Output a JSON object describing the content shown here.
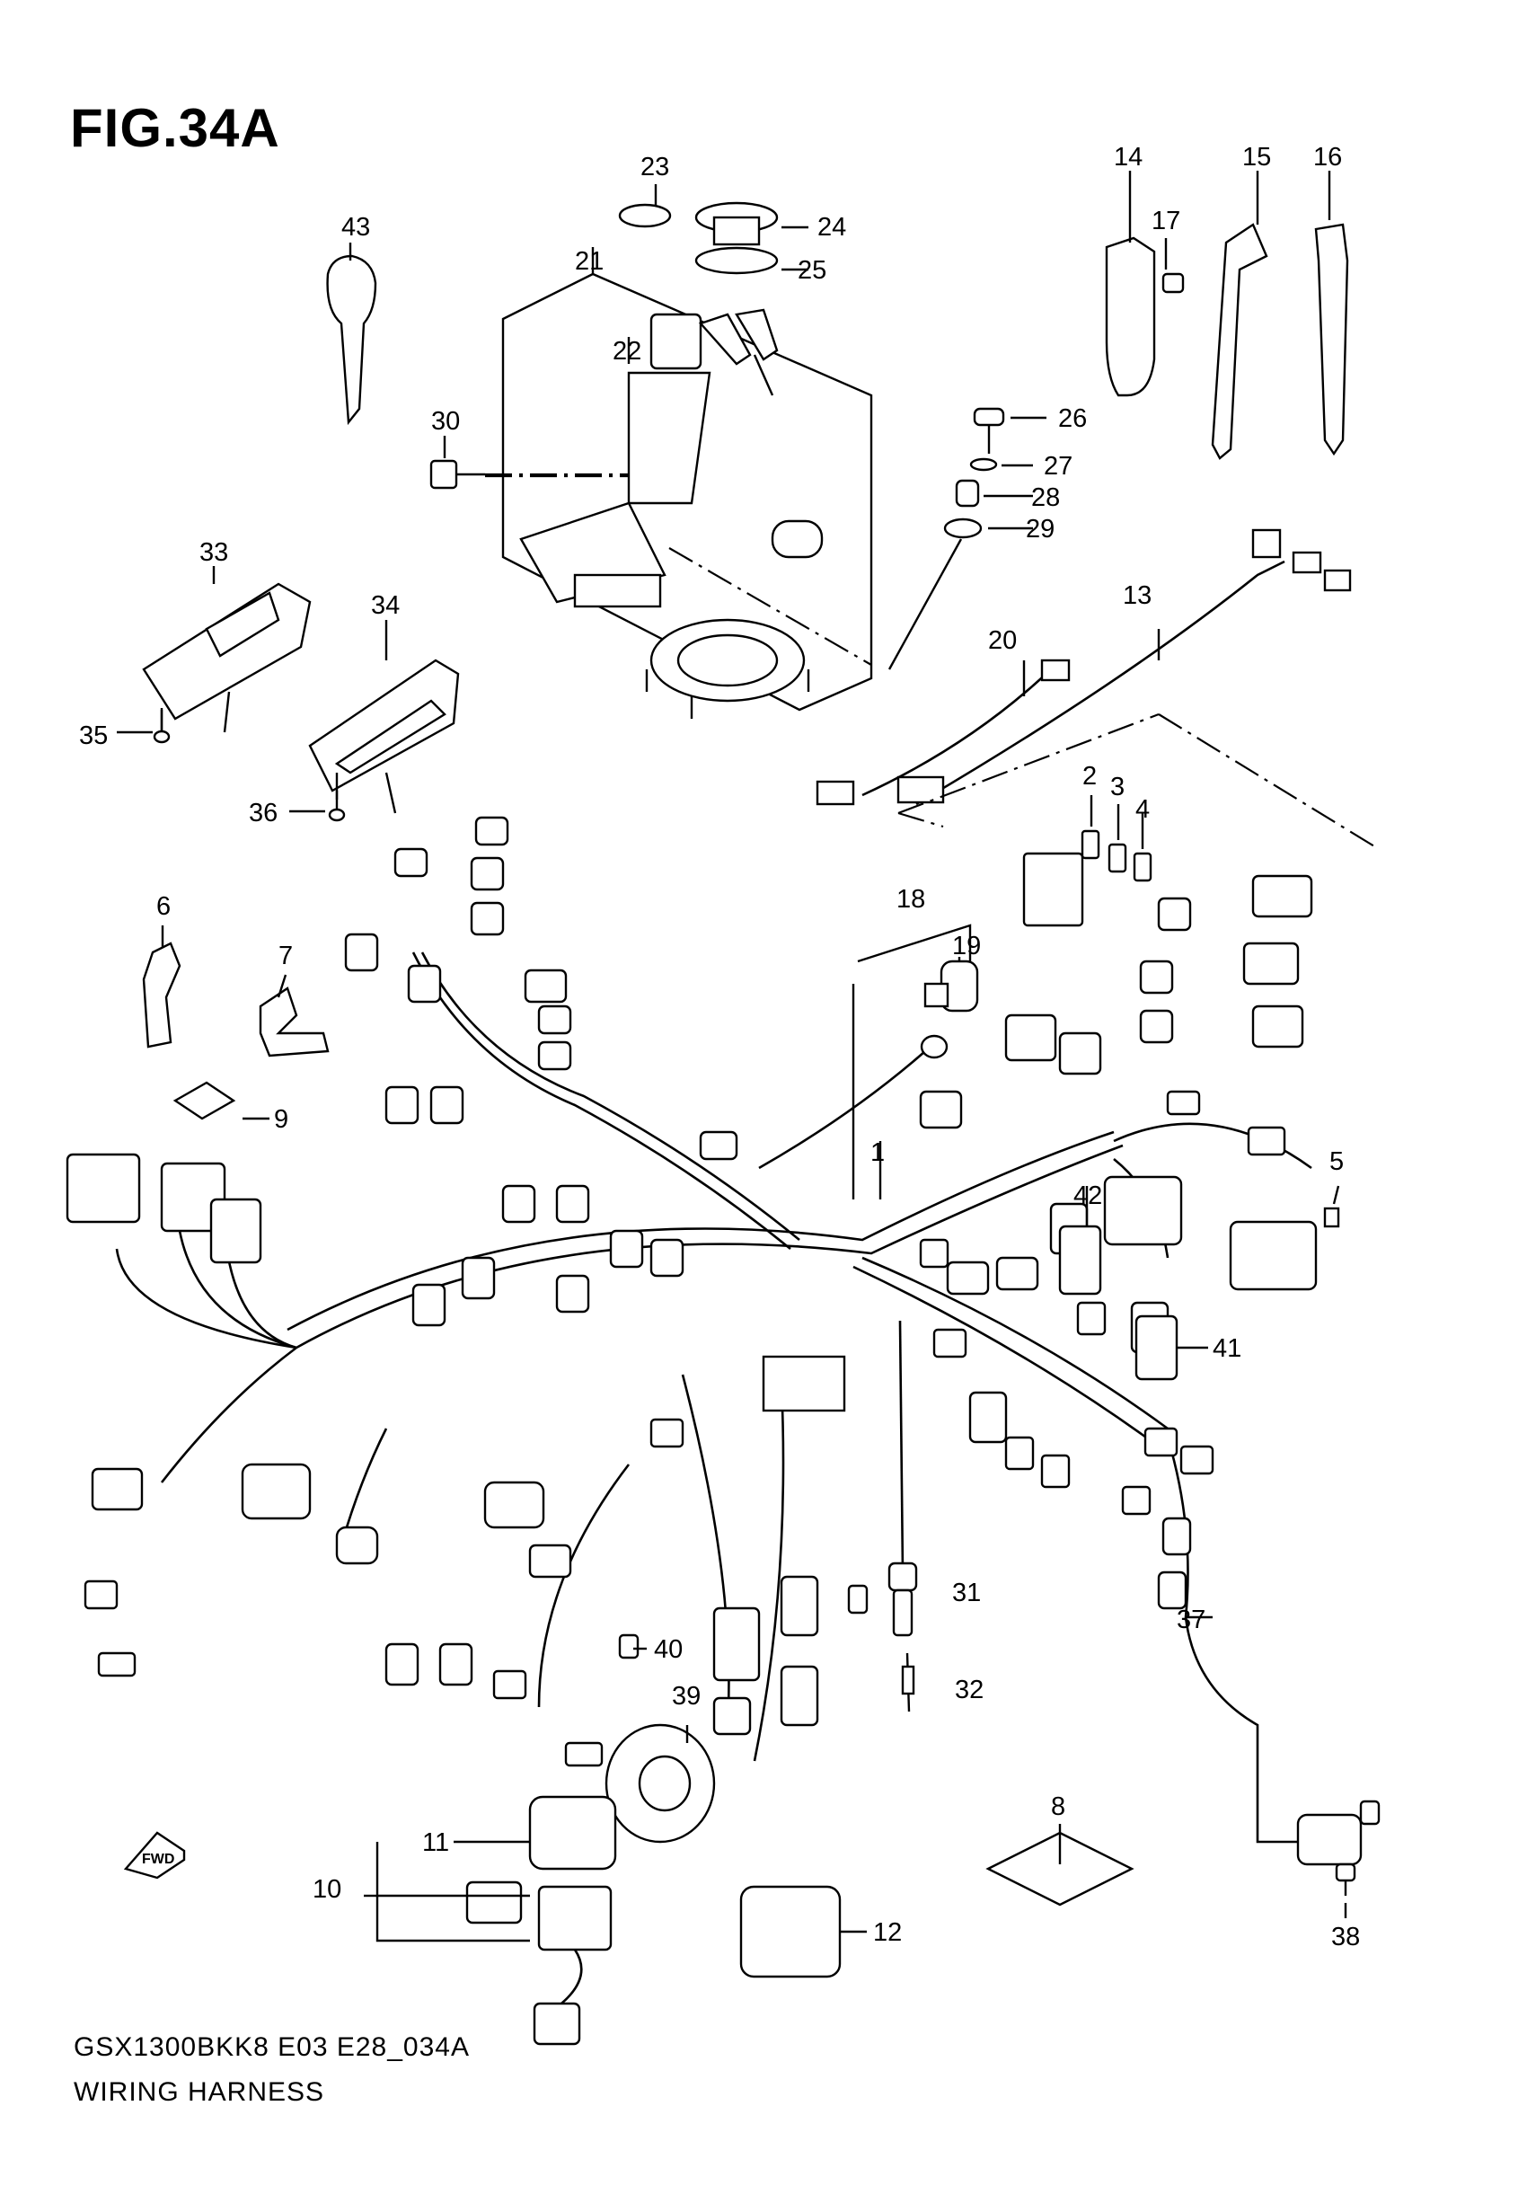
{
  "figure": {
    "title": "FIG.34A",
    "model_code": "GSX1300BKK8 E03 E28_034A",
    "name": "WIRING HARNESS",
    "direction_badge": "FWD"
  },
  "callouts": [
    "1",
    "2",
    "3",
    "4",
    "5",
    "6",
    "7",
    "8",
    "9",
    "10",
    "11",
    "12",
    "13",
    "14",
    "15",
    "16",
    "17",
    "18",
    "19",
    "20",
    "21",
    "22",
    "23",
    "24",
    "25",
    "26",
    "27",
    "28",
    "29",
    "30",
    "31",
    "32",
    "33",
    "34",
    "35",
    "36",
    "37",
    "38",
    "39",
    "40",
    "41",
    "42",
    "43"
  ],
  "icons": {
    "direction_arrow": "forward-arrow-icon"
  }
}
